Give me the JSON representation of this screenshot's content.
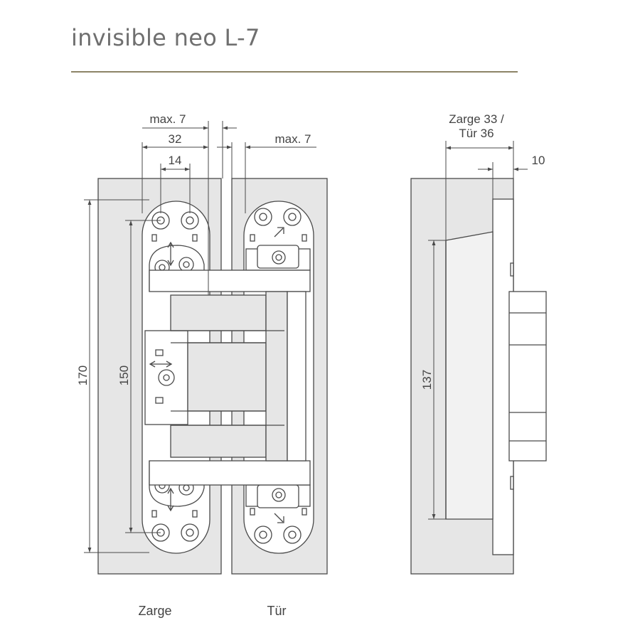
{
  "title": "invisible neo L-7",
  "colors": {
    "accent_rule": "#8c8467",
    "line": "#4a4a4a",
    "text": "#444444",
    "fill_grey": "#e6e6e6"
  },
  "dimensions": {
    "max_7_left": "max. 7",
    "width_32": "32",
    "width_14": "14",
    "max_7_right": "max. 7",
    "height_170": "170",
    "height_150": "150",
    "frame_door_line1": "Zarge 33 /",
    "frame_door_line2": "Tür 36",
    "width_10": "10",
    "height_137": "137"
  },
  "labels": {
    "frame": "Zarge",
    "door": "Tür"
  },
  "icons": [
    "arrow-up-down-icon",
    "arrow-left-right-icon",
    "diagonal-arrow-icon"
  ]
}
